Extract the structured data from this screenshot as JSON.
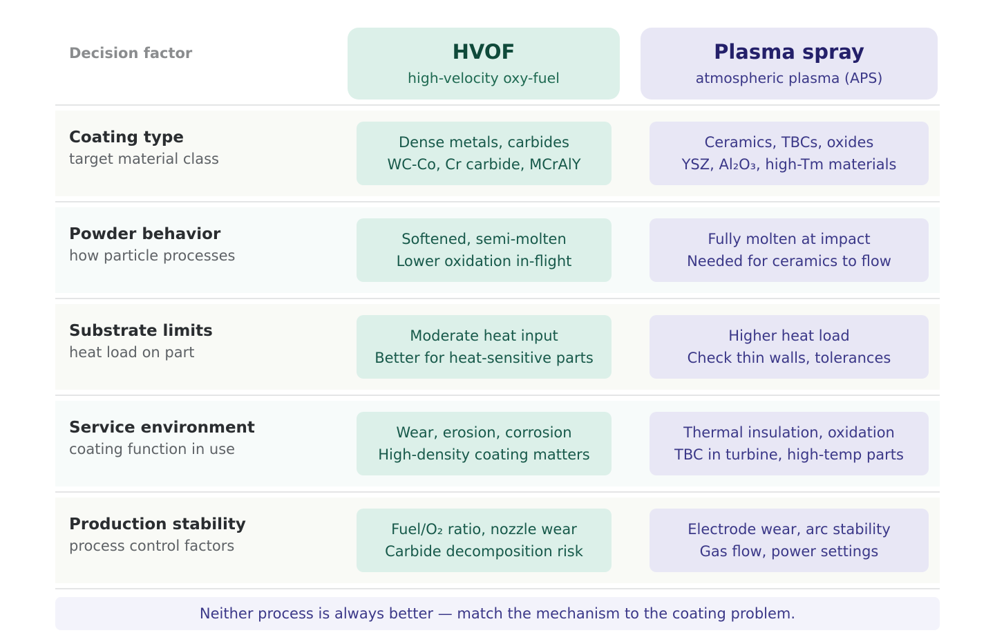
{
  "header": {
    "factor_label": "Decision factor",
    "hvof": {
      "title": "HVOF",
      "subtitle": "high-velocity oxy-fuel"
    },
    "plasma": {
      "title": "Plasma spray",
      "subtitle": "atmospheric plasma (APS)"
    }
  },
  "rows": [
    {
      "label": "Coating type",
      "sublabel": "target material class",
      "hvof": [
        "Dense metals, carbides",
        "WC-Co, Cr carbide, MCrAlY"
      ],
      "plasma": [
        "Ceramics, TBCs, oxides",
        "YSZ, Al₂O₃, high-Tm materials"
      ]
    },
    {
      "label": "Powder behavior",
      "sublabel": "how particle processes",
      "hvof": [
        "Softened, semi-molten",
        "Lower oxidation in-flight"
      ],
      "plasma": [
        "Fully molten at impact",
        "Needed for ceramics to flow"
      ]
    },
    {
      "label": "Substrate limits",
      "sublabel": "heat load on part",
      "hvof": [
        "Moderate heat input",
        "Better for heat-sensitive parts"
      ],
      "plasma": [
        "Higher heat load",
        "Check thin walls, tolerances"
      ]
    },
    {
      "label": "Service environment",
      "sublabel": "coating function in use",
      "hvof": [
        "Wear, erosion, corrosion",
        "High-density coating matters"
      ],
      "plasma": [
        "Thermal insulation, oxidation",
        "TBC in turbine, high-temp parts"
      ]
    },
    {
      "label": "Production stability",
      "sublabel": "process control factors",
      "hvof": [
        "Fuel/O₂ ratio, nozzle wear",
        "Carbide decomposition risk"
      ],
      "plasma": [
        "Electrode wear, arc stability",
        "Gas flow, power settings"
      ]
    }
  ],
  "footer": "Neither process is always better — match the mechanism to the coating problem.",
  "colors": {
    "hvof_fill": "#dcf0e9",
    "hvof_text": "#17594a",
    "plasma_fill": "#e8e7f5",
    "plasma_text": "#3b3888"
  }
}
